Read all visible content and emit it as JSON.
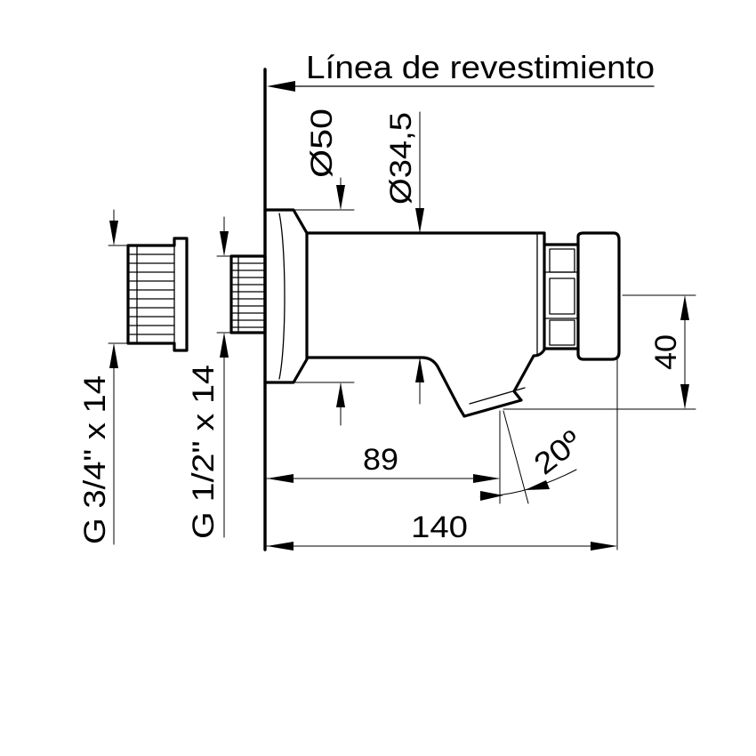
{
  "labels": {
    "wall_line": "Línea de revestimiento",
    "diameter_flange": "Ø50",
    "diameter_body": "Ø34,5",
    "thread_large": "G 3/4\" x 14",
    "thread_small": "G 1/2\" x 14",
    "dim_spout": "89",
    "dim_total": "140",
    "dim_button": "40",
    "angle_spout": "20º"
  },
  "colors": {
    "stroke": "#000000",
    "background": "#ffffff"
  }
}
